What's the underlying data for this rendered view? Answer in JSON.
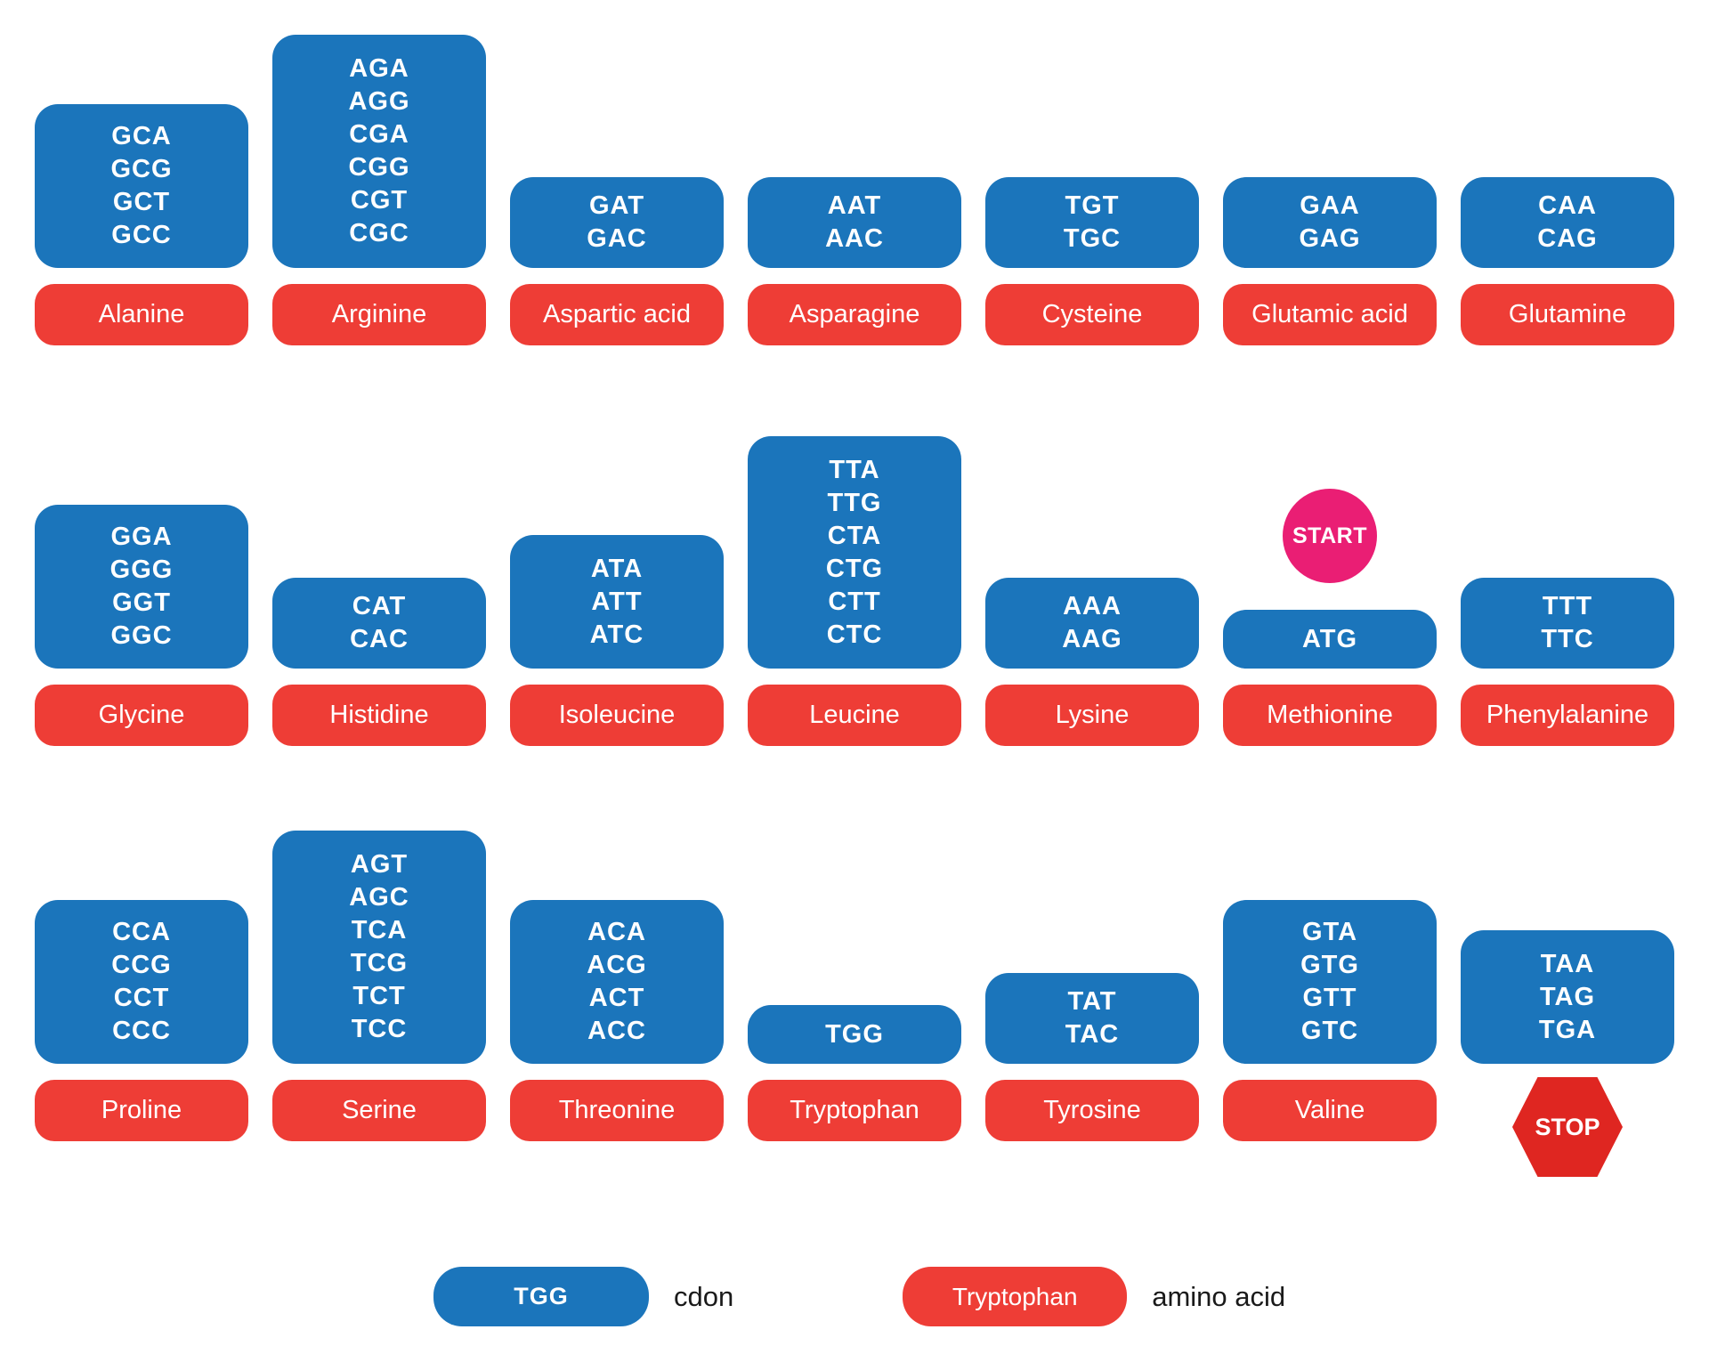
{
  "colors": {
    "codon_blue": "#1b75bb",
    "amino_red": "#ee3d36",
    "start_pink": "#ea1e74",
    "stop_red": "#df2621"
  },
  "markers": {
    "start_label": "START",
    "stop_label": "STOP"
  },
  "rows": [
    {
      "entries": [
        {
          "name": "Alanine",
          "codons": [
            "GCA",
            "GCG",
            "GCT",
            "GCC"
          ]
        },
        {
          "name": "Arginine",
          "codons": [
            "AGA",
            "AGG",
            "CGA",
            "CGG",
            "CGT",
            "CGC"
          ]
        },
        {
          "name": "Aspartic acid",
          "codons": [
            "GAT",
            "GAC"
          ]
        },
        {
          "name": "Asparagine",
          "codons": [
            "AAT",
            "AAC"
          ]
        },
        {
          "name": "Cysteine",
          "codons": [
            "TGT",
            "TGC"
          ]
        },
        {
          "name": "Glutamic acid",
          "codons": [
            "GAA",
            "GAG"
          ]
        },
        {
          "name": "Glutamine",
          "codons": [
            "CAA",
            "CAG"
          ]
        }
      ]
    },
    {
      "entries": [
        {
          "name": "Glycine",
          "codons": [
            "GGA",
            "GGG",
            "GGT",
            "GGC"
          ]
        },
        {
          "name": "Histidine",
          "codons": [
            "CAT",
            "CAC"
          ]
        },
        {
          "name": "Isoleucine",
          "codons": [
            "ATA",
            "ATT",
            "ATC"
          ]
        },
        {
          "name": "Leucine",
          "codons": [
            "TTA",
            "TTG",
            "CTA",
            "CTG",
            "CTT",
            "CTC"
          ]
        },
        {
          "name": "Lysine",
          "codons": [
            "AAA",
            "AAG"
          ]
        },
        {
          "name": "Methionine",
          "codons": [
            "ATG"
          ],
          "marker": "start"
        },
        {
          "name": "Phenylalanine",
          "codons": [
            "TTT",
            "TTC"
          ]
        }
      ]
    },
    {
      "entries": [
        {
          "name": "Proline",
          "codons": [
            "CCA",
            "CCG",
            "CCT",
            "CCC"
          ]
        },
        {
          "name": "Serine",
          "codons": [
            "AGT",
            "AGC",
            "TCA",
            "TCG",
            "TCT",
            "TCC"
          ]
        },
        {
          "name": "Threonine",
          "codons": [
            "ACA",
            "ACG",
            "ACT",
            "ACC"
          ]
        },
        {
          "name": "Tryptophan",
          "codons": [
            "TGG"
          ]
        },
        {
          "name": "Tyrosine",
          "codons": [
            "TAT",
            "TAC"
          ]
        },
        {
          "name": "Valine",
          "codons": [
            "GTA",
            "GTG",
            "GTT",
            "GTC"
          ]
        },
        {
          "name": null,
          "codons": [
            "TAA",
            "TAG",
            "TGA"
          ],
          "marker": "stop"
        }
      ]
    }
  ],
  "legend": {
    "codon_example": "TGG",
    "codon_label": "cdon",
    "amino_example": "Tryptophan",
    "amino_label": "amino acid"
  }
}
